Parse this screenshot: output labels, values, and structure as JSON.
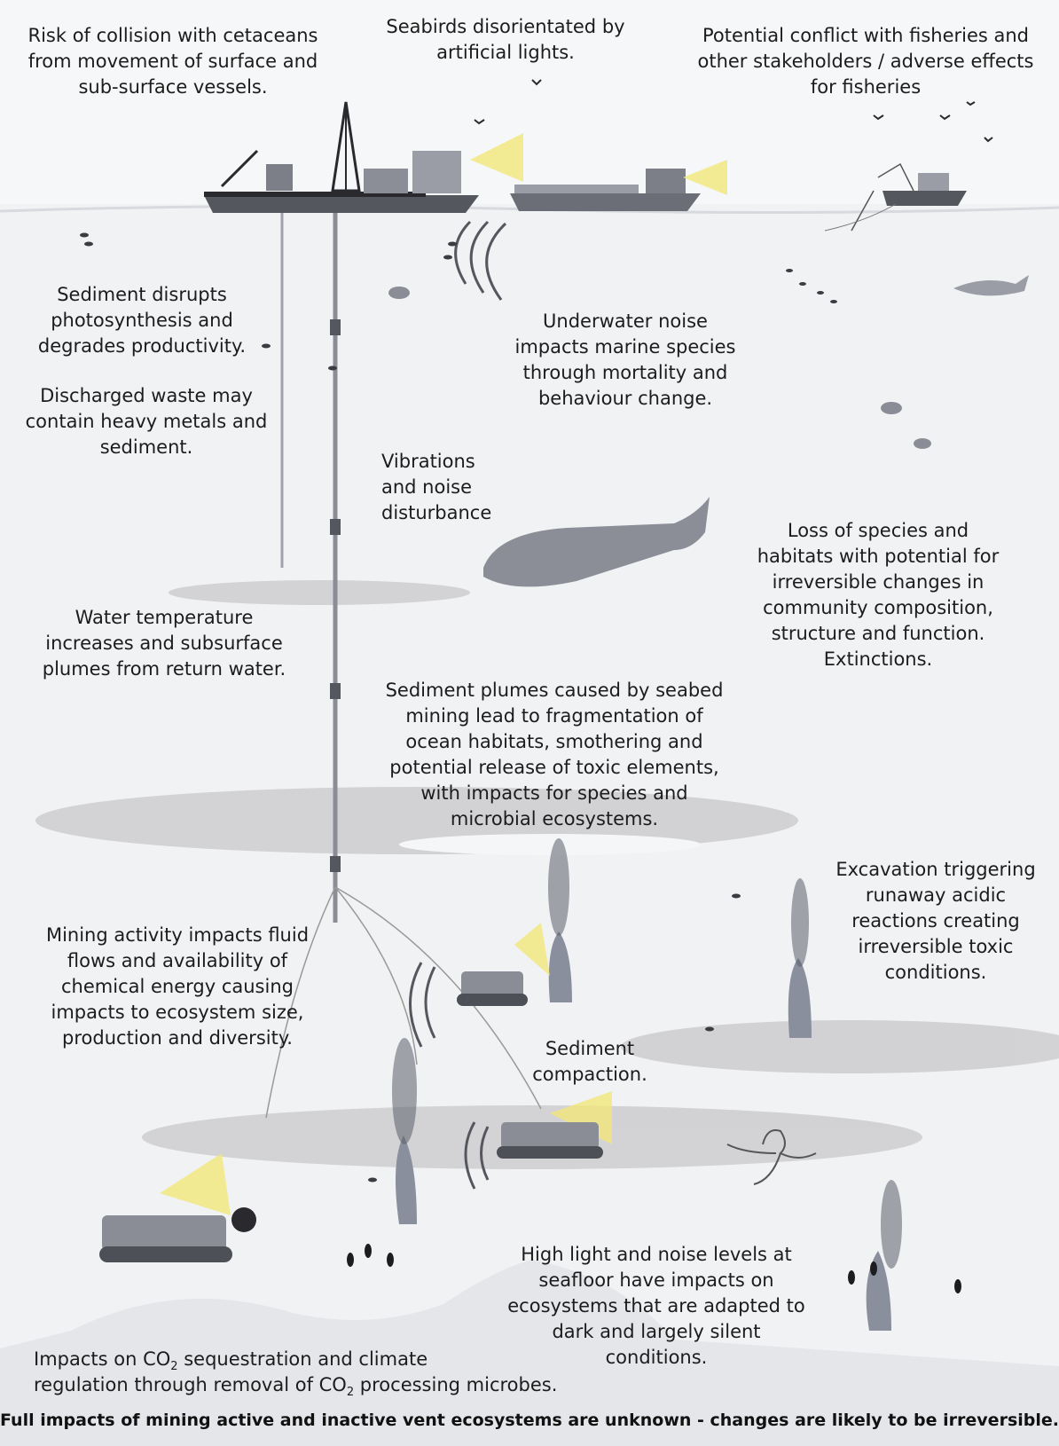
{
  "labels": {
    "cetaceans": [
      "Risk of collision with cetaceans",
      "from movement of surface and",
      "sub-surface vessels."
    ],
    "seabirds": [
      "Seabirds disorientated by",
      "artificial lights."
    ],
    "fisheries": [
      "Potential conflict with fisheries and",
      "other stakeholders / adverse effects",
      "for fisheries"
    ],
    "sediment_photosynthesis": [
      "Sediment disrupts",
      "photosynthesis and",
      "degrades productivity."
    ],
    "underwater_noise": [
      "Underwater noise",
      "impacts marine species",
      "through mortality and",
      "behaviour change."
    ],
    "discharged_waste": [
      "Discharged waste may",
      "contain heavy metals and",
      "sediment."
    ],
    "vibrations": [
      "Vibrations",
      "and noise",
      "disturbance"
    ],
    "loss_species": [
      "Loss of species and",
      "habitats with potential for",
      "irreversible changes in",
      "community composition,",
      "structure and function.",
      "Extinctions."
    ],
    "water_temperature": [
      "Water temperature",
      "increases and subsurface",
      "plumes from return water."
    ],
    "sediment_plumes": [
      "Sediment plumes caused by seabed",
      "mining lead to fragmentation of",
      "ocean habitats, smothering and",
      "potential release of toxic elements,",
      "with impacts for species and",
      "microbial ecosystems."
    ],
    "excavation": [
      "Excavation triggering",
      "runaway acidic",
      "reactions creating",
      "irreversible toxic",
      "conditions."
    ],
    "fluid_flows": [
      "Mining activity impacts fluid",
      "flows and availability of",
      "chemical energy causing",
      "impacts to ecosystem size,",
      "production and diversity."
    ],
    "sediment_compaction": [
      "Sediment",
      "compaction."
    ],
    "light_noise": [
      "High light and noise levels at",
      "seafloor have impacts on",
      "ecosystems that are adapted to",
      "dark and largely silent",
      "conditions."
    ],
    "co2": {
      "l1_pre": "Impacts on CO",
      "l1_sub": "2",
      "l1_post": " sequestration and climate",
      "l2_pre": "regulation through removal of CO",
      "l2_sub": "2",
      "l2_post": " processing microbes."
    }
  },
  "footer": "Full impacts of mining active and inactive vent ecosystems are unknown - changes are likely to be irreversible.",
  "colors": {
    "background": "#f6f7f8",
    "plume": "#cfcfd2",
    "light_beam": "#f3e67a",
    "ink": "#2a2a2e",
    "vent": "#8a8f9e"
  }
}
